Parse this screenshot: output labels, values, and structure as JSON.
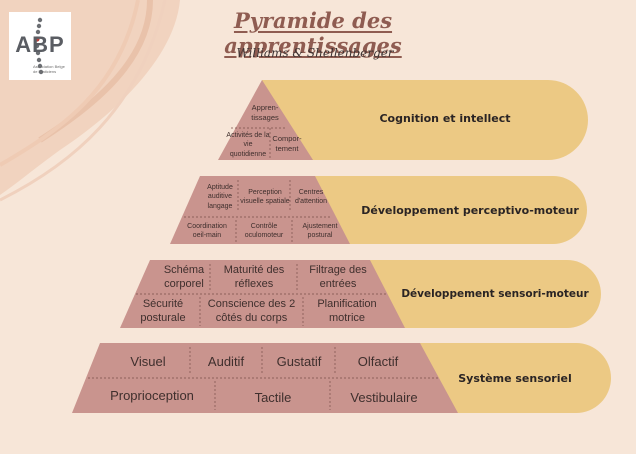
{
  "header": {
    "title": "Pyramide des apprentissages",
    "subtitle": "Williams & Shellenberger"
  },
  "logo": {
    "text": "ABP",
    "subtext": "Association Belge de Praticiens"
  },
  "colors": {
    "background": "#f7e6d8",
    "pyramid": "#c9948e",
    "banner": "#ecc984",
    "title": "#8f5c51"
  },
  "tiers": [
    {
      "name": "Cognition et intellect",
      "cells": [
        "Appren-tissages",
        "Activités de la vie quotidienne",
        "Compor-tement"
      ]
    },
    {
      "name": "Développement perceptivo-moteur",
      "cells": [
        "Aptitude auditive langage",
        "Perception visuelle spatiale",
        "Centres d'attention",
        "Coordination oeil-main",
        "Contrôle oculomoteur",
        "Ajustement postural"
      ]
    },
    {
      "name": "Développement sensori-moteur",
      "cells": [
        "Schéma corporel",
        "Maturité des réflexes",
        "Filtrage des entrées",
        "Sécurité posturale",
        "Conscience des 2 côtés du corps",
        "Planification motrice"
      ]
    },
    {
      "name": "Système sensoriel",
      "cells": [
        "Visuel",
        "Auditif",
        "Gustatif",
        "Olfactif",
        "Proprioception",
        "Tactile",
        "Vestibulaire"
      ]
    }
  ]
}
